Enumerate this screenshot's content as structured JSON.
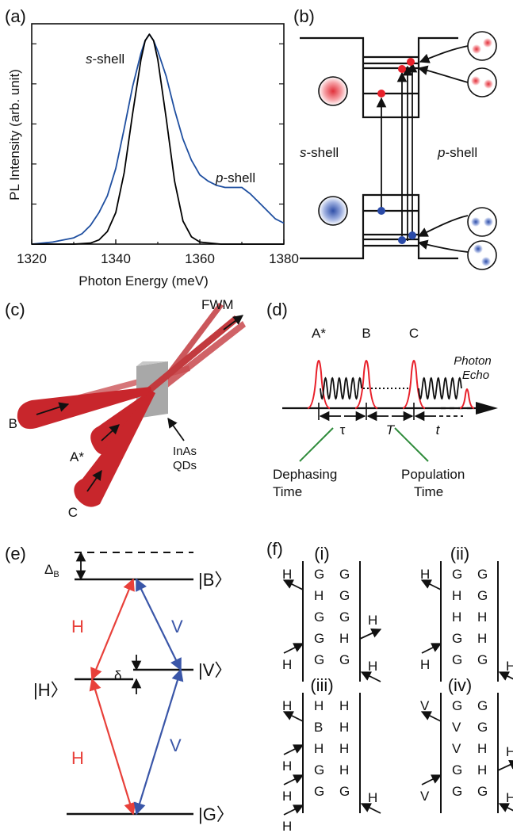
{
  "panels": {
    "a": {
      "label": "(a)",
      "ylabel": "PL Intensity (arb. unit)",
      "xlabel": "Photon Energy (meV)",
      "annot_s": "s",
      "annot_s_rest": "-shell",
      "annot_p": "p",
      "annot_p_rest": "-shell"
    },
    "b": {
      "label": "(b)",
      "s_shell_italic": "s",
      "s_shell_rest": "-shell",
      "p_shell_italic": "p",
      "p_shell_rest": "-shell"
    },
    "c": {
      "label": "(c)",
      "beam_fwm": "FWM",
      "beam_b": "B",
      "beam_a": "A*",
      "beam_c": "C",
      "sample_line1": "InAs",
      "sample_line2": "QDs"
    },
    "d": {
      "label": "(d)",
      "pulse_a": "A*",
      "pulse_b": "B",
      "pulse_c": "C",
      "echo_line1": "Photon",
      "echo_line2": "Echo",
      "tau": "τ",
      "T": "T",
      "t": "t",
      "dephasing_line1": "Dephasing",
      "dephasing_line2": "Time",
      "population_line1": "Population",
      "population_line2": "Time"
    },
    "e": {
      "label": "(e)",
      "delta_b": "Δ",
      "delta_b_sub": "B",
      "delta": "δ",
      "state_b": "|B〉",
      "state_v": "|V〉",
      "state_h": "|H〉",
      "state_g": "|G〉",
      "pol_h_upper": "H",
      "pol_v_upper": "V",
      "pol_h_lower": "H",
      "pol_v_lower": "V",
      "color_h": "#e8403a",
      "color_v": "#3a56a8"
    },
    "f": {
      "label": "(f)",
      "diagrams": [
        {
          "title": "(i)",
          "left": [
            "G",
            "H",
            "G",
            "G",
            "G"
          ],
          "right": [
            "G",
            "G",
            "G",
            "H",
            "G"
          ],
          "in_labels": [
            "H",
            "H"
          ],
          "out_labels": [
            "H",
            "H"
          ]
        },
        {
          "title": "(ii)",
          "left": [
            "G",
            "H",
            "H",
            "G",
            "G"
          ],
          "right": [
            "G",
            "G",
            "H",
            "H",
            "G"
          ],
          "in_labels": [
            "H",
            "H"
          ],
          "out_labels": [
            "H"
          ]
        },
        {
          "title": "(iii)",
          "left": [
            "H",
            "B",
            "H",
            "G",
            "G"
          ],
          "right": [
            "H",
            "H",
            "H",
            "H",
            "G"
          ],
          "in_labels": [
            "H",
            "H",
            "H",
            "H"
          ],
          "out_labels": [
            "H"
          ]
        },
        {
          "title": "(iv)",
          "left": [
            "G",
            "V",
            "V",
            "G",
            "G"
          ],
          "right": [
            "G",
            "G",
            "H",
            "H",
            "G"
          ],
          "in_labels": [
            "V",
            "V"
          ],
          "out_labels": [
            "H",
            "H"
          ]
        }
      ]
    }
  },
  "chart_data": {
    "type": "line",
    "xlabel": "Photon Energy (meV)",
    "ylabel": "PL Intensity (arb. unit)",
    "xlim": [
      1320,
      1380
    ],
    "ylim": [
      0,
      1.05
    ],
    "xticks": [
      1320,
      1340,
      1360,
      1380
    ],
    "grid": false,
    "series": [
      {
        "color": "#1f4fa0",
        "x": [
          1320,
          1325,
          1330,
          1332,
          1334,
          1336,
          1338,
          1340,
          1342,
          1344,
          1346,
          1347,
          1348,
          1349,
          1350,
          1352,
          1354,
          1356,
          1358,
          1360,
          1362,
          1364,
          1366,
          1368,
          1370,
          1372,
          1374,
          1376,
          1378,
          1380
        ],
        "y": [
          0.0,
          0.01,
          0.03,
          0.05,
          0.09,
          0.15,
          0.23,
          0.36,
          0.55,
          0.75,
          0.91,
          0.97,
          1.0,
          0.97,
          0.92,
          0.8,
          0.64,
          0.5,
          0.4,
          0.33,
          0.3,
          0.28,
          0.27,
          0.27,
          0.27,
          0.24,
          0.2,
          0.16,
          0.12,
          0.1
        ]
      },
      {
        "color": "#000000",
        "x": [
          1320,
          1330,
          1334,
          1336,
          1338,
          1340,
          1342,
          1344,
          1346,
          1347,
          1348,
          1349,
          1350,
          1352,
          1354,
          1356,
          1358,
          1360,
          1365,
          1380
        ],
        "y": [
          0.0,
          0.0,
          0.005,
          0.02,
          0.06,
          0.15,
          0.34,
          0.62,
          0.88,
          0.97,
          1.0,
          0.97,
          0.88,
          0.6,
          0.3,
          0.11,
          0.035,
          0.01,
          0.0,
          0.0
        ]
      }
    ]
  }
}
